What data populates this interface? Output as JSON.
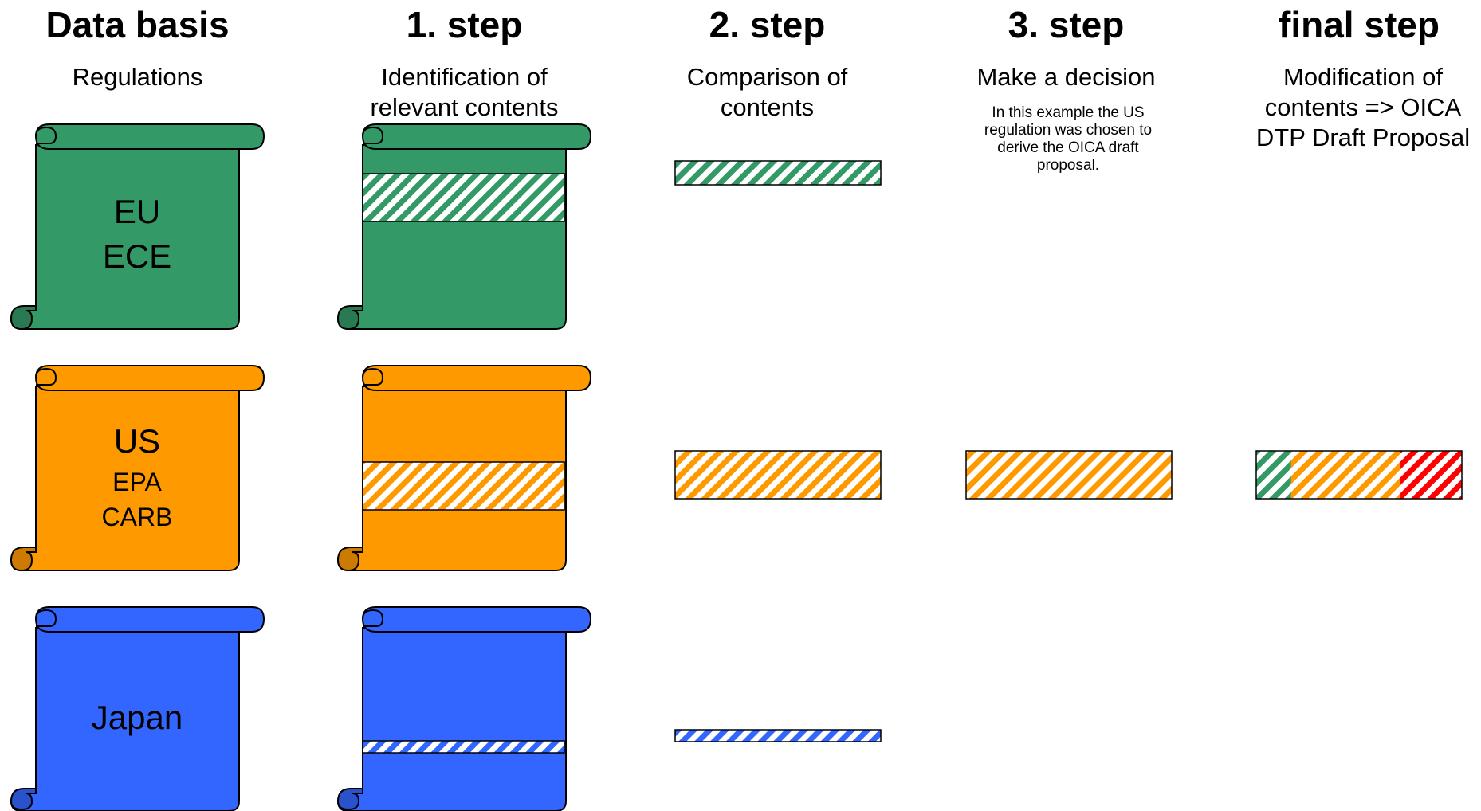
{
  "columns": [
    {
      "title": "Data basis",
      "subtitle": "Regulations"
    },
    {
      "title": "1. step",
      "subtitle": "Identification of relevant contents"
    },
    {
      "title": "2. step",
      "subtitle": "Comparison of contents"
    },
    {
      "title": "3. step",
      "subtitle": "Make a decision",
      "note": "In this example the US regulation was chosen to derive the OICA draft proposal."
    },
    {
      "title": "final step",
      "subtitle": "Modification of contents => OICA DTP Draft Proposal"
    }
  ],
  "regulations": [
    {
      "name": "EU",
      "sub": [
        "ECE"
      ],
      "color": "#339966",
      "curl_color": "#297a52"
    },
    {
      "name": "US",
      "sub": [
        "EPA",
        "CARB"
      ],
      "color": "#ff9900",
      "curl_color": "#cc7a00"
    },
    {
      "name": "Japan",
      "sub": [],
      "color": "#3366ff",
      "curl_color": "#2952cc"
    }
  ],
  "colors": {
    "eu": "#339966",
    "us": "#ff9900",
    "japan": "#3366ff",
    "modification": "#ff0000"
  },
  "final_composition": [
    {
      "source": "EU",
      "share": 0.17
    },
    {
      "source": "US",
      "share": 0.53
    },
    {
      "source": "modification",
      "share": 0.3
    }
  ]
}
